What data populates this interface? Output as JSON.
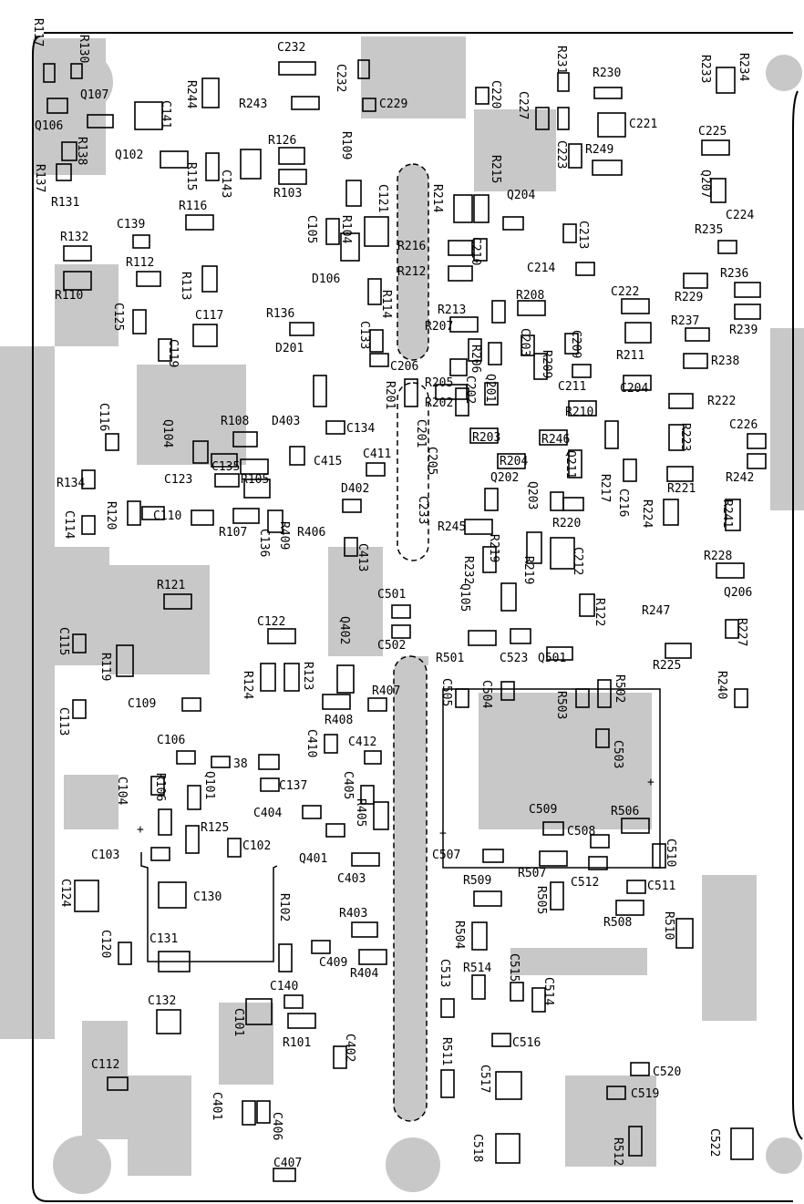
{
  "colors": {
    "board": "#ffffff",
    "copper": "#c8c8c8",
    "pad": "#c8c8c8",
    "silkscreen": "#000000"
  },
  "labels": {
    "tl_r117": "R117",
    "r130": "R130",
    "c232a": "C232",
    "c232b": "C232",
    "r231": "R231",
    "r230": "R230",
    "r233": "R233",
    "r234": "R234",
    "q107": "Q107",
    "q106": "Q106",
    "c141": "C141",
    "r244": "R244",
    "r243": "R243",
    "c229": "C229",
    "c220": "C220",
    "c227": "C227",
    "c221": "C221",
    "c225": "C225",
    "q102": "Q102",
    "r138": "R138",
    "r137": "R137",
    "r131": "R131",
    "r126": "R126",
    "r109": "R109",
    "c223": "C223",
    "r249": "R249",
    "r115": "R115",
    "c143": "C143",
    "r103": "R103",
    "r214": "R214",
    "r215": "R215",
    "q204": "Q204",
    "q207": "Q207",
    "c224": "C224",
    "r116": "R116",
    "c121": "C121",
    "c139": "C139",
    "c105": "C105",
    "r104": "R104",
    "c213": "C213",
    "r235": "R235",
    "r132": "R132",
    "r216": "R216",
    "c210": "C210",
    "r112": "R112",
    "r212": "R212",
    "c214": "C214",
    "r236": "R236",
    "d106": "D106",
    "r110": "R110",
    "r113": "R113",
    "r114": "R114",
    "c222": "C222",
    "r229": "R229",
    "r208": "R208",
    "c125": "C125",
    "c117": "C117",
    "r136": "R136",
    "r213": "R213",
    "r207": "R207",
    "r237": "R237",
    "r239": "R239",
    "c119": "C119",
    "c133": "C133",
    "c203": "C203",
    "c209": "C209",
    "d201": "D201",
    "r206": "R206",
    "r211": "R211",
    "r238": "R238",
    "c206": "C206",
    "r209": "R209",
    "r205": "R205",
    "c211": "C211",
    "c204": "C204",
    "r240": "R240",
    "r201": "R201",
    "r202": "R202",
    "c202": "C202",
    "q201": "Q201",
    "r222": "R222",
    "c116": "C116",
    "r108": "R108",
    "r210": "R210",
    "r223": "R223",
    "c226": "C226",
    "q104": "Q104",
    "d403": "D403",
    "c134": "C134",
    "c201": "C201",
    "r203": "R203",
    "r246": "R246",
    "c135": "C135",
    "c415": "C415",
    "c411": "C411",
    "r204": "R204",
    "q211": "Q211",
    "c205": "C205",
    "r217": "R217",
    "r242": "R242",
    "r134": "R134",
    "c123": "C123",
    "r105": "R105",
    "q202": "Q202",
    "c216": "C216",
    "r221": "R221",
    "r120": "R120",
    "c110": "C110",
    "d402": "D402",
    "c233": "C233",
    "q203": "Q203",
    "r224": "R224",
    "c114": "C114",
    "r107": "R107",
    "c136": "C136",
    "r409": "R409",
    "r406": "R406",
    "r245": "R245",
    "r220": "R220",
    "r241": "R241",
    "c413": "C413",
    "r232": "R232",
    "r219a": "R219",
    "r219b": "R219",
    "c212": "C212",
    "r228": "R228",
    "r121": "R121",
    "c501": "C501",
    "q105": "Q105",
    "q206": "Q206",
    "r122": "R122",
    "r247": "R247",
    "c122": "C122",
    "q402": "Q402",
    "c502": "C502",
    "r227": "R227",
    "c115": "C115",
    "r119": "R119",
    "r501": "R501",
    "c523": "C523",
    "q501": "Q501",
    "r225": "R225",
    "r124": "R124",
    "r123": "R123",
    "r407": "R407",
    "c505": "C505",
    "c504": "C504",
    "r503": "R503",
    "r502": "R502",
    "c113": "C113",
    "c109": "C109",
    "r408": "R408",
    "c410": "C410",
    "c412": "C412",
    "c503": "C503",
    "c106": "C106",
    "lbl38": "38",
    "r106": "R106",
    "c104": "C104",
    "q101": "Q101",
    "c137": "C137",
    "c405": "C405",
    "c404": "C404",
    "r405": "R405",
    "c509": "C509",
    "r506": "R506",
    "c508": "C508",
    "r125": "R125",
    "c102": "C102",
    "q401": "Q401",
    "c510": "C510",
    "c103": "C103",
    "c507": "C507",
    "r507": "R507",
    "c403": "C403",
    "r509": "R509",
    "c512": "C512",
    "c511": "C511",
    "r505": "R505",
    "c124": "C124",
    "c130": "C130",
    "r102": "R102",
    "r403": "R403",
    "r508": "R508",
    "r504": "R504",
    "r510": "R510",
    "c131": "C131",
    "c120": "C120",
    "c409": "C409",
    "r404": "R404",
    "r514": "R514",
    "c515": "C515",
    "c140": "C140",
    "c513": "C513",
    "c514": "C514",
    "c132": "C132",
    "c101": "C101",
    "r101": "R101",
    "c402": "C402",
    "r511": "R511",
    "c516": "C516",
    "c112": "C112",
    "c520": "C520",
    "c401": "C401",
    "c406": "C406",
    "c517": "C517",
    "c519": "C519",
    "r512": "R512",
    "c522": "C522",
    "c518": "C518",
    "c407": "C407"
  }
}
